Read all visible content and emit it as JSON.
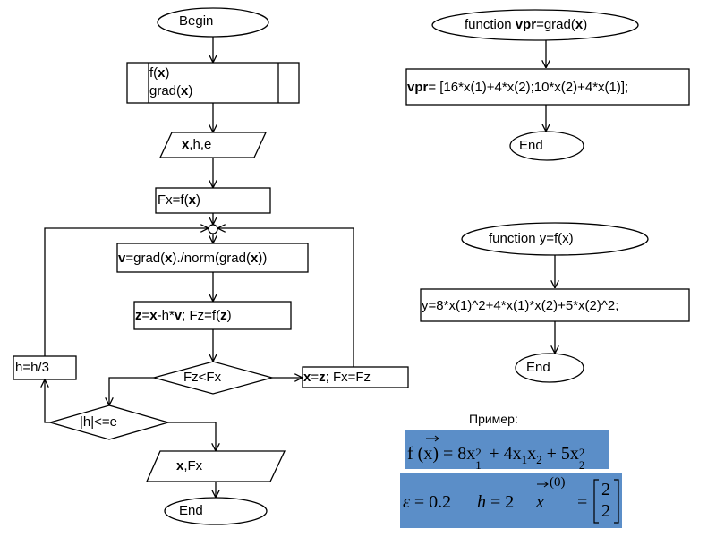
{
  "left_flow": {
    "begin": "Begin",
    "io_fx_line1_a": "f(",
    "io_fx_line1_b": "x",
    "io_fx_line1_c": ")",
    "io_fx_line2_a": "grad(",
    "io_fx_line2_b": "x",
    "io_fx_line2_c": ")",
    "input_a": "x",
    "input_b": ",h,e",
    "fx_a": "Fx=f(",
    "fx_b": "x",
    "fx_c": ")",
    "v_a": "v",
    "v_b": "=grad(",
    "v_c": "x",
    "v_d": ")./norm(grad(",
    "v_e": "x",
    "v_f": "))",
    "z_a": "z",
    "z_b": "=",
    "z_c": "x",
    "z_d": "-h*",
    "z_e": "v",
    "z_f": ";  Fz=f(",
    "z_g": "z",
    "z_h": ")",
    "cond_fz": "Fz<Fx",
    "assign_a": "x",
    "assign_b": "=",
    "assign_c": "z",
    "assign_d": ";  Fx=Fz",
    "h_update": "h=h/3",
    "cond_h": "|h|<=e",
    "output_a": "x",
    "output_b": ",Fx",
    "end": "End"
  },
  "grad_func": {
    "header_a": "function  ",
    "header_b": "vpr",
    "header_c": "=grad(",
    "header_d": "x",
    "header_e": ")",
    "body_a": "vpr",
    "body_b": "= [16*x(1)+4*x(2);10*x(2)+4*x(1)];",
    "end": "End"
  },
  "f_func": {
    "header": "function  y=f(x)",
    "body": "y=8*x(1)^2+4*x(1)*x(2)+5*x(2)^2;",
    "end": "End"
  },
  "example": {
    "label": "Пример:",
    "f_lhs_f": "f",
    "f_lhs_x": "x",
    "eq": "=",
    "t1_coef": "8",
    "t1_var": "x",
    "t1_sub": "1",
    "t1_sup": "2",
    "plus": "+",
    "t2_coef": "4",
    "t2_v1": "x",
    "t2_s1": "1",
    "t2_v2": "x",
    "t2_s2": "2",
    "t3_coef": "5",
    "t3_var": "x",
    "t3_sub": "2",
    "t3_sup": "2",
    "eps_sym": "ε",
    "eps_val": "= 0.2",
    "h_sym": "h",
    "h_val": "= 2",
    "x0_var": "x",
    "x0_sup": "(0)",
    "x0_eq": "=",
    "vec_top": "2",
    "vec_bottom": "2"
  },
  "colors": {
    "formula_bg": "#5b8ec8",
    "line": "#000000"
  }
}
